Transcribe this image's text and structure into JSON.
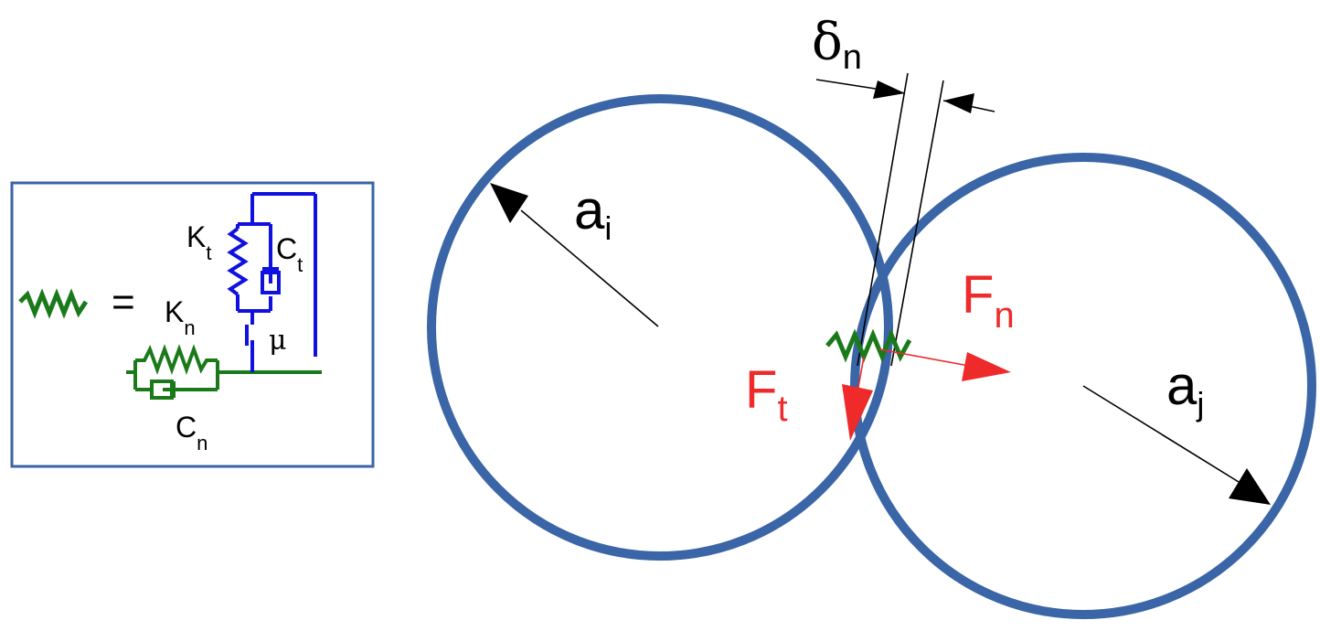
{
  "colors": {
    "circle": "#3a65a6",
    "normal": "#1a7a1a",
    "tangential": "#1010e0",
    "force": "#ee2a2a",
    "line": "#000000"
  },
  "legend": {
    "equals": "=",
    "kt_base": "K",
    "kt_sub": "t",
    "ct_base": "C",
    "ct_sub": "t",
    "kn_base": "K",
    "kn_sub": "n",
    "cn_base": "C",
    "cn_sub": "n",
    "mu": "μ"
  },
  "labels": {
    "delta_base": "δ",
    "delta_sub": "n",
    "ai_base": "a",
    "ai_sub": "i",
    "aj_base": "a",
    "aj_sub": "j",
    "fn_base": "F",
    "fn_sub": "n",
    "ft_base": "F",
    "ft_sub": "t"
  },
  "icons": [
    "spring-icon",
    "dashpot-icon",
    "friction-slider-icon",
    "arrow-icon"
  ]
}
